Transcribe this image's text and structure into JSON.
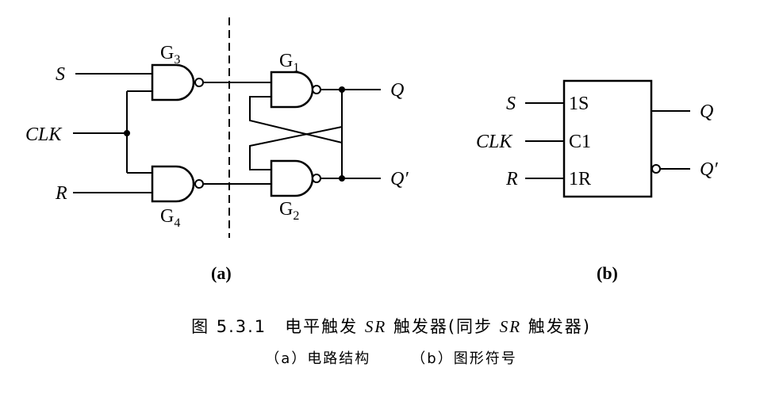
{
  "circuit_a": {
    "inputs": {
      "s": "S",
      "clk": "CLK",
      "r": "R"
    },
    "outputs": {
      "q": "Q",
      "qbar": "Q′"
    },
    "gates": {
      "g1": {
        "letter": "G",
        "index": "1"
      },
      "g2": {
        "letter": "G",
        "index": "2"
      },
      "g3": {
        "letter": "G",
        "index": "3"
      },
      "g4": {
        "letter": "G",
        "index": "4"
      }
    },
    "tag": "(a)"
  },
  "symbol_b": {
    "inputs": {
      "s": "S",
      "clk": "CLK",
      "r": "R"
    },
    "pins": {
      "s": "1S",
      "clk": "C1",
      "r": "1R"
    },
    "outputs": {
      "q": "Q",
      "qbar": "Q′"
    },
    "tag": "(b)"
  },
  "caption": {
    "line1": {
      "prefix": "图 5.3.1　电平触发 ",
      "sr1": "SR",
      "mid": " 触发器(同步 ",
      "sr2": "SR",
      "suffix": " 触发器)"
    },
    "line2": "（a）电路结构　　　（b）图形符号"
  }
}
